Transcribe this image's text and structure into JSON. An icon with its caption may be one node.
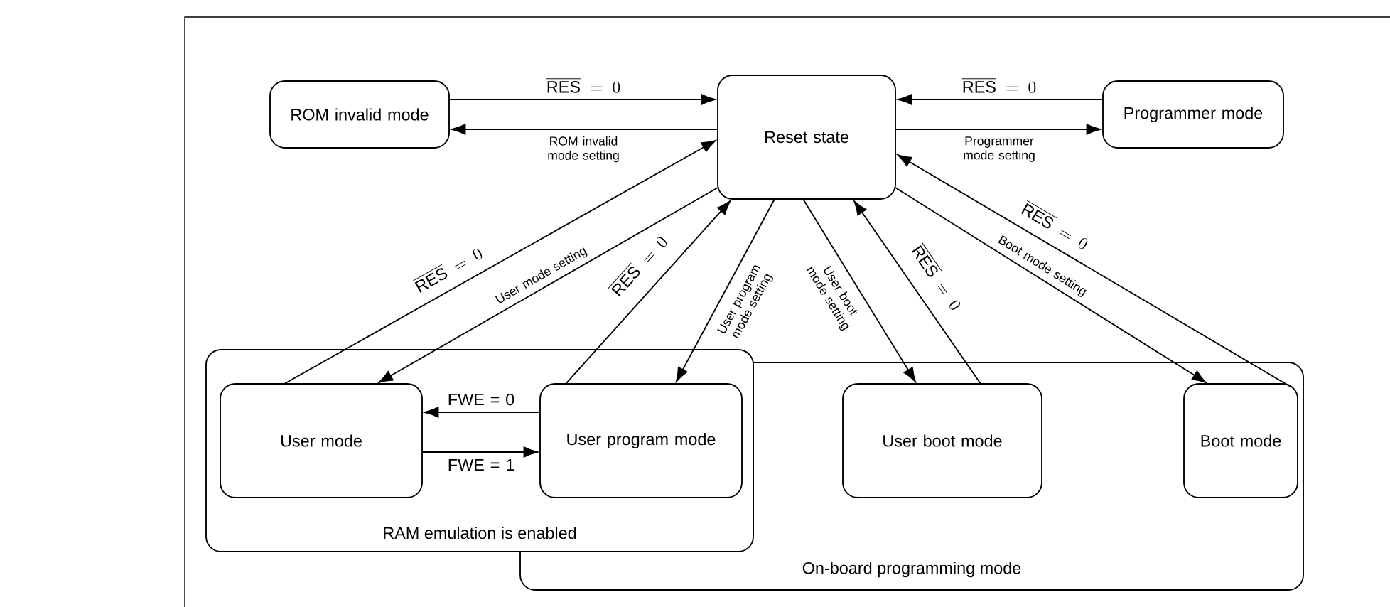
{
  "diagram": {
    "nodes": [
      {
        "text": [
          "ROM invalid mode"
        ]
      },
      {
        "text": [
          "Reset state"
        ]
      },
      {
        "text": [
          "Programmer mode"
        ]
      },
      {
        "text": [
          "On-board programming mode"
        ]
      },
      {
        "text": [
          "RAM emulation is enabled"
        ]
      },
      {
        "text": [
          "User mode"
        ],
        "in": 4
      },
      {
        "text": [
          "User program mode"
        ]
      },
      {
        "text": [
          "User boot mode"
        ],
        "in": 3
      },
      {
        "text": [
          "Boot mode"
        ],
        "in": 3
      }
    ],
    "edges": [
      {
        "from": 0,
        "to": 1,
        "arrow": "to",
        "label": "\\overline{\\mathrm{RES}} = 0"
      },
      {
        "from": 1,
        "to": 0,
        "arrow": "to",
        "label": "ROM invalid mode setting"
      },
      {
        "from": 2,
        "to": 1,
        "arrow": "to",
        "label": "\\overline{\\mathrm{RES}} = 0"
      },
      {
        "from": 1,
        "to": 2,
        "arrow": "to",
        "label": "Programmer mode setting"
      },
      {
        "from": 5,
        "to": 1,
        "arrow": "to",
        "label": "\\overline{\\mathrm{RES}} = 0"
      },
      {
        "from": 1,
        "to": 5,
        "arrow": "to",
        "label": "User mode setting"
      },
      {
        "from": 6,
        "to": 1,
        "arrow": "to",
        "label": "\\overline{\\mathrm{RES}} = 0"
      },
      {
        "from": 1,
        "to": 6,
        "arrow": "to",
        "label": "User program mode setting"
      },
      {
        "from": 1,
        "to": 7,
        "arrow": "to",
        "label": "User boot mode setting"
      },
      {
        "from": 7,
        "to": 1,
        "arrow": "to",
        "label": "\\overline{\\mathrm{RES}} = 0"
      },
      {
        "from": 8,
        "to": 1,
        "arrow": "to",
        "label": "\\overline{\\mathrm{RES}} = 0"
      },
      {
        "from": 1,
        "to": 8,
        "arrow": "to",
        "label": "Boot mode setting"
      },
      {
        "from": 6,
        "to": 5,
        "arrow": "to",
        "label": "FWE = 0"
      },
      {
        "from": 5,
        "to": 6,
        "arrow": "to",
        "label": "FWE = 1"
      }
    ]
  }
}
